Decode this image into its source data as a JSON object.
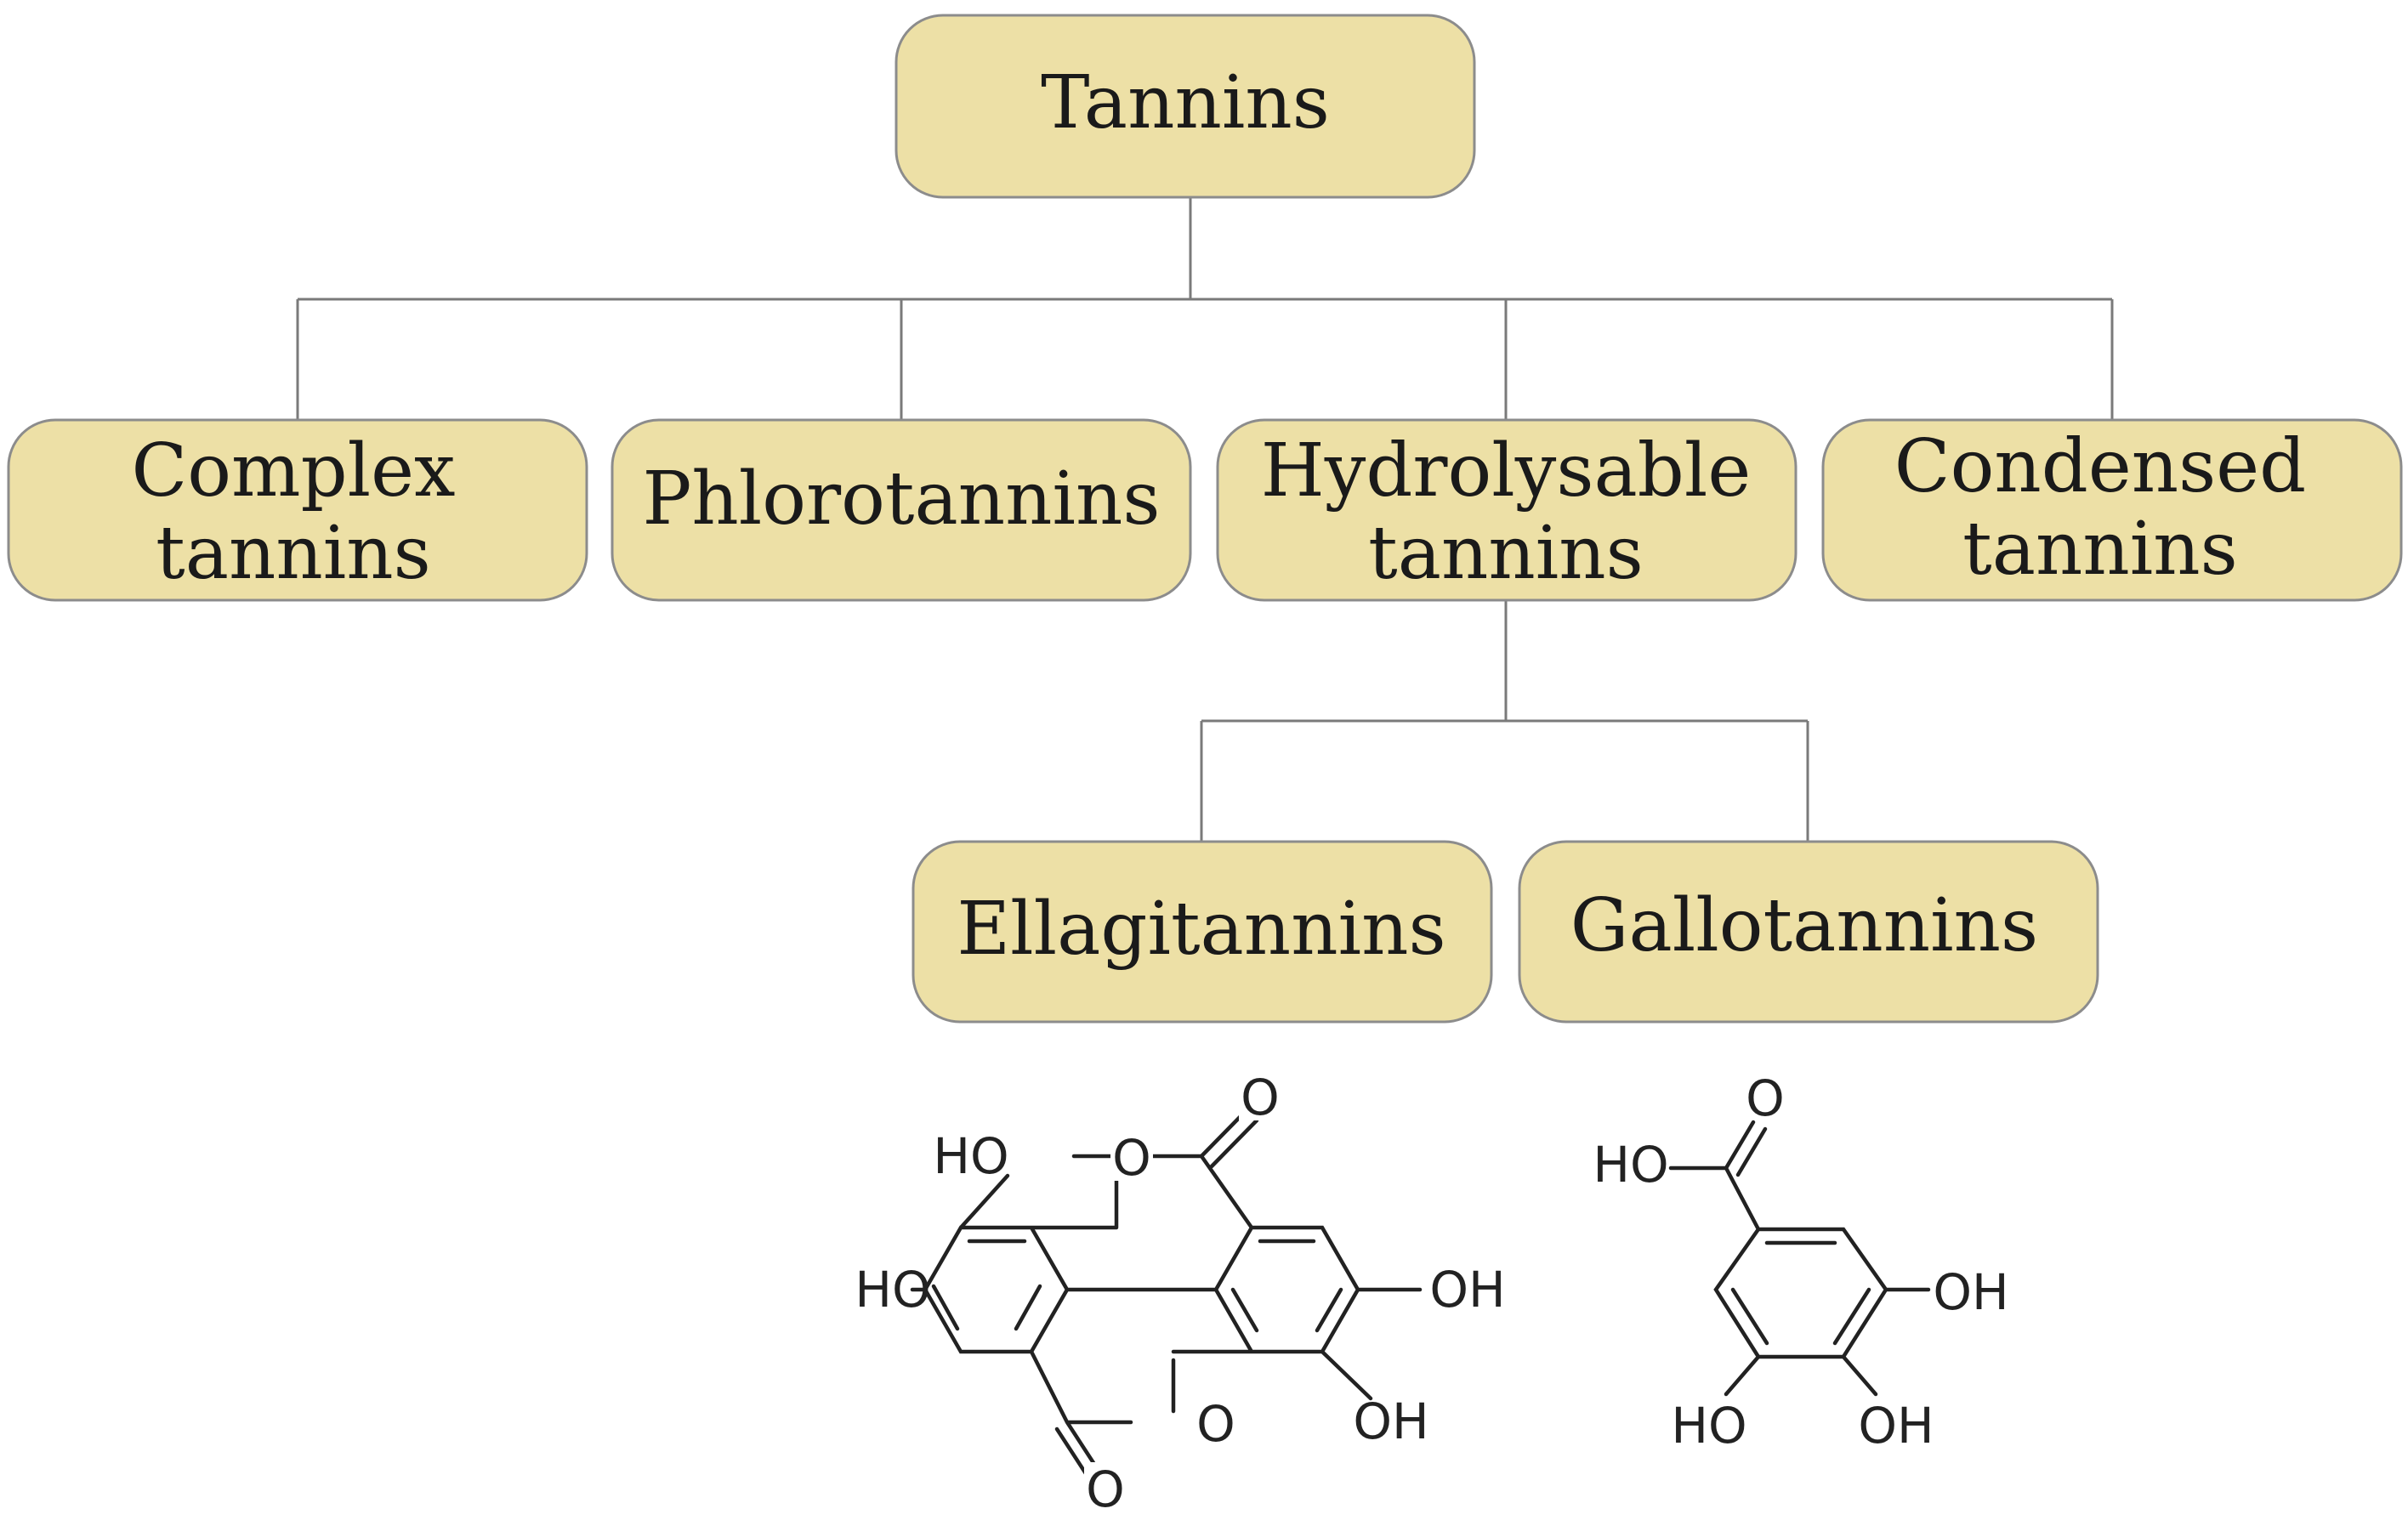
{
  "diagram": {
    "nodes": {
      "tannins": {
        "label": "Tannins"
      },
      "complex": {
        "line1": "Complex",
        "line2": "tannins"
      },
      "phloro": {
        "label": "Phlorotannins"
      },
      "hydro": {
        "line1": "Hydrolysable",
        "line2": "tannins"
      },
      "condensed": {
        "line1": "Condensed",
        "line2": "tannins"
      },
      "ellagi": {
        "label": "Ellagitannins"
      },
      "gallo": {
        "label": "Gallotannins"
      }
    },
    "structures": {
      "ellagic_acid": {
        "labels": {
          "ho_top": "HO",
          "ho_mid": "HO",
          "oh_right": "OH",
          "oh_bottom": "OH",
          "o_ring_top": "O",
          "o_ring_bottom": "O",
          "o_carbonyl_top": "O",
          "o_carbonyl_bottom": "O"
        }
      },
      "gallic_acid": {
        "labels": {
          "ho_acid": "HO",
          "o_carbonyl": "O",
          "oh_right": "OH",
          "ho_bottom": "HO",
          "oh_bottom": "OH"
        }
      }
    }
  }
}
